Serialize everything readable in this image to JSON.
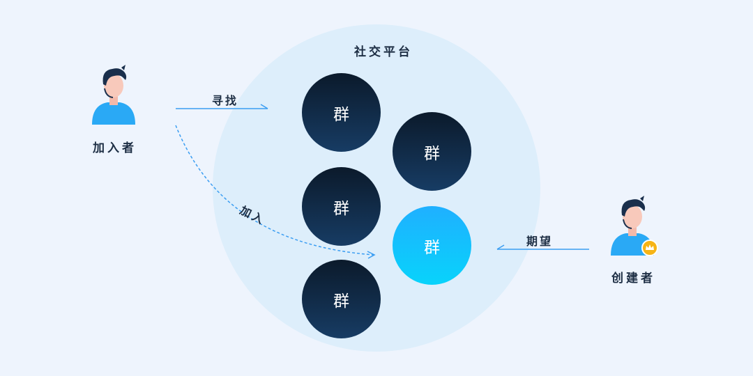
{
  "platform": {
    "title": "社交平台"
  },
  "groups": [
    {
      "label": "群",
      "state": "inactive"
    },
    {
      "label": "群",
      "state": "inactive"
    },
    {
      "label": "群",
      "state": "inactive"
    },
    {
      "label": "群",
      "state": "highlighted"
    },
    {
      "label": "群",
      "state": "inactive"
    }
  ],
  "joiner": {
    "label": "加入者",
    "icon": "person-icon"
  },
  "creator": {
    "label": "创建者",
    "icon": "person-icon",
    "badge_icon": "crown-icon"
  },
  "arrows": {
    "search": "寻找",
    "join": "加入",
    "expect": "期望"
  },
  "colors": {
    "background": "#eef4fd",
    "platform": "#ddeefb",
    "group_dark": "#0f2740",
    "group_highlight": "#12c2fd",
    "person_shirt": "#2aa9f5",
    "skin": "#f8c9bb",
    "hair": "#1a2f4c",
    "arrow": "#3a9df2",
    "crown_badge": "#f6b417"
  }
}
